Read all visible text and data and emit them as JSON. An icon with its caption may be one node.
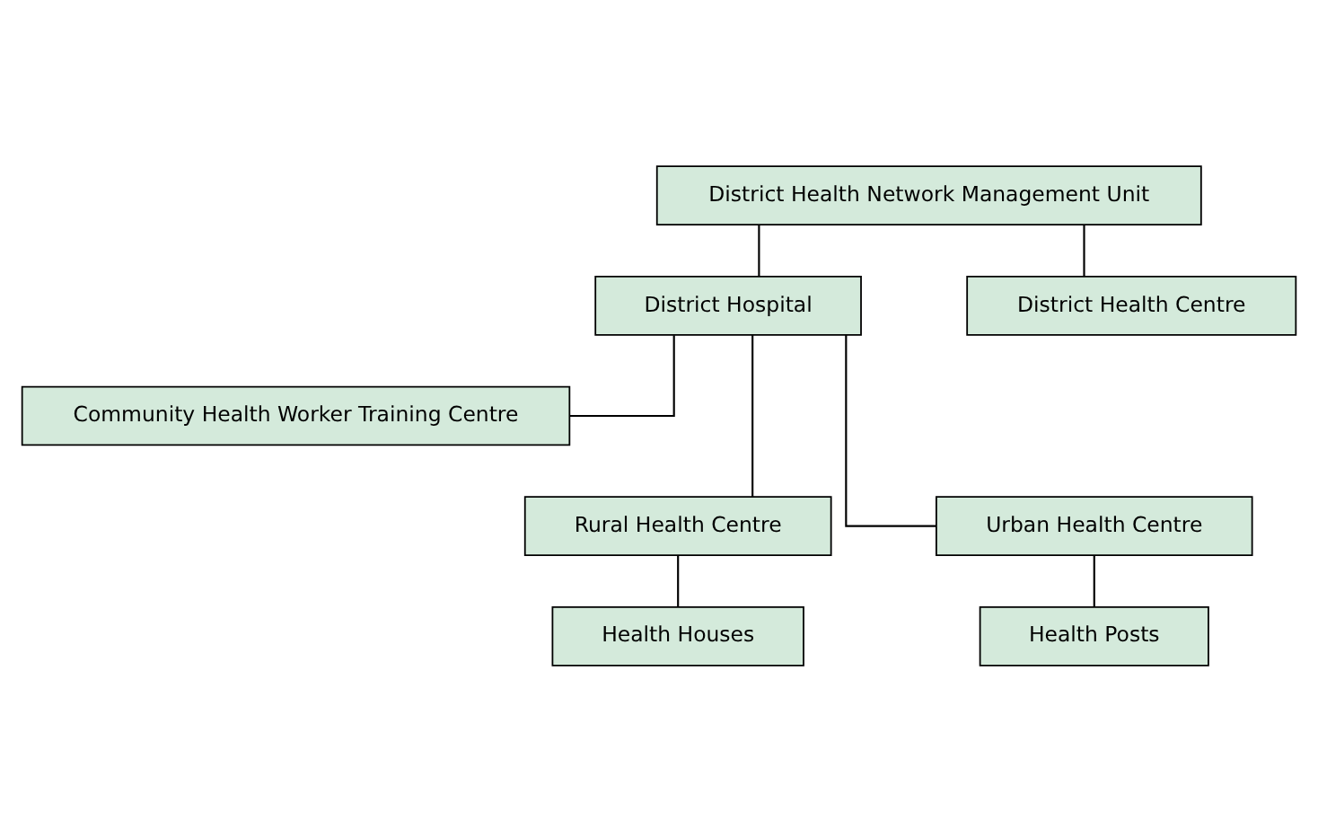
{
  "diagram": {
    "nodes": [
      {
        "text": [
          "District Health Network Management Unit"
        ]
      },
      {
        "text": [
          "District Hospital"
        ]
      },
      {
        "text": [
          "District Health Centre"
        ]
      },
      {
        "text": [
          "Community Health Worker Training Centre"
        ]
      },
      {
        "text": [
          "Rural Health Centre"
        ]
      },
      {
        "text": [
          "Urban Health Centre"
        ]
      },
      {
        "text": [
          "Health Houses"
        ]
      },
      {
        "text": [
          "Health Posts"
        ]
      }
    ],
    "edges": [
      {
        "from": 0,
        "to": 1,
        "arrow": "none"
      },
      {
        "from": 0,
        "to": 2,
        "arrow": "none"
      },
      {
        "from": 1,
        "to": 3,
        "arrow": "none"
      },
      {
        "from": 1,
        "to": 4,
        "arrow": "none"
      },
      {
        "from": 1,
        "to": 5,
        "arrow": "none"
      },
      {
        "from": 4,
        "to": 6,
        "arrow": "none"
      },
      {
        "from": 5,
        "to": 7,
        "arrow": "none"
      }
    ]
  }
}
